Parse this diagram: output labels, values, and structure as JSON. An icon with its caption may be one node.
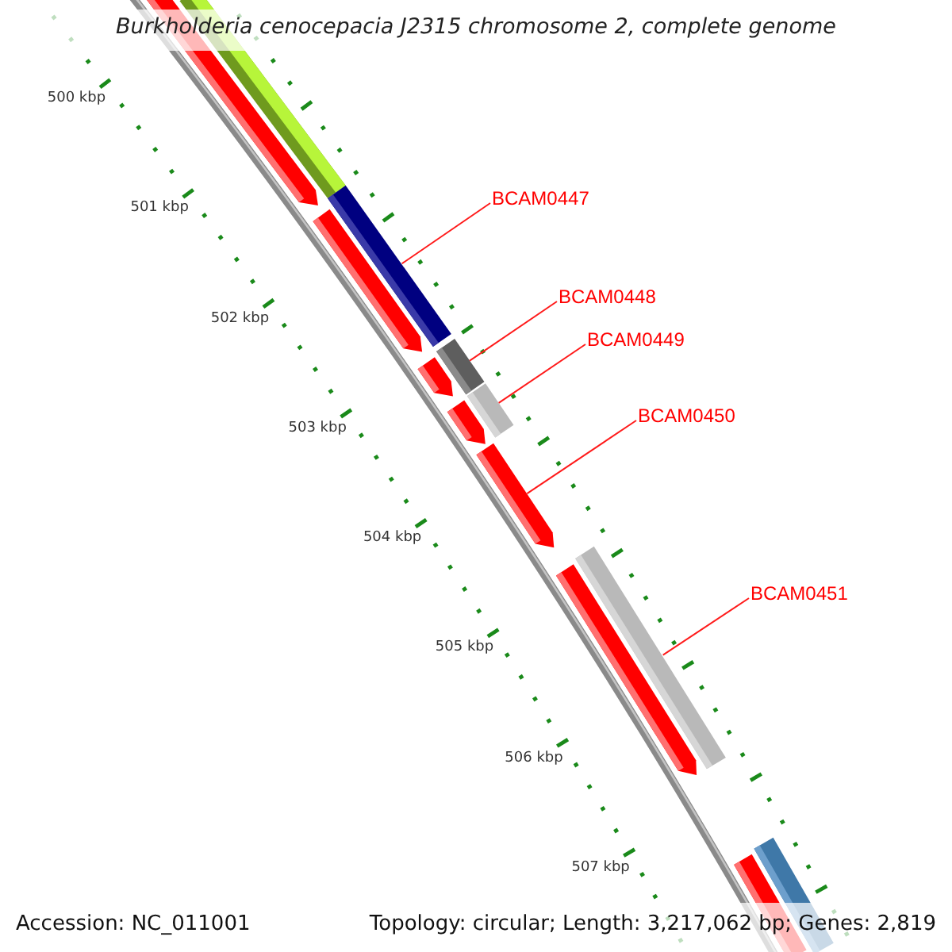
{
  "diagram": {
    "title": "Burkholderia cenocepacia J2315 chromosome 2, complete genome",
    "nodes": [
      {
        "text": [
          "BCAM0447"
        ]
      },
      {
        "text": [
          "BCAM0448"
        ]
      },
      {
        "text": [
          "BCAM0449"
        ]
      },
      {
        "text": [
          "BCAM0450"
        ]
      },
      {
        "text": [
          "BCAM0451"
        ]
      },
      {
        "text": [],
        "shape": "bar"
      },
      {
        "text": [],
        "shape": "bar"
      },
      {
        "text": [],
        "shape": "bar"
      },
      {
        "text": [],
        "shape": "bar"
      },
      {
        "text": [],
        "shape": "bar"
      },
      {
        "text": [],
        "shape": "bar"
      },
      {
        "text": [],
        "shape": "bar"
      },
      {
        "text": [],
        "shape": "bar"
      },
      {
        "text": [],
        "shape": "bar"
      },
      {
        "text": [],
        "shape": "bar"
      },
      {
        "text": [],
        "shape": "bar"
      },
      {
        "text": [],
        "shape": "bar"
      },
      {
        "text": [],
        "shape": "bar"
      }
    ],
    "edges": [
      {
        "from": 0,
        "to": 7,
        "arrow": "none"
      },
      {
        "from": 1,
        "to": 9,
        "arrow": "none"
      },
      {
        "from": 2,
        "to": 11,
        "arrow": "none"
      },
      {
        "from": 3,
        "to": 13,
        "arrow": "none"
      },
      {
        "from": 4,
        "to": 14,
        "arrow": "none"
      }
    ],
    "labels": [
      "500 kbp",
      "501 kbp",
      "502 kbp",
      "503 kbp",
      "504 kbp",
      "505 kbp",
      "506 kbp",
      "507 kbp",
      "Accession: NC_011001",
      "Topology: circular; Length: 3,217,062 bp; Genes: 2,819"
    ]
  }
}
